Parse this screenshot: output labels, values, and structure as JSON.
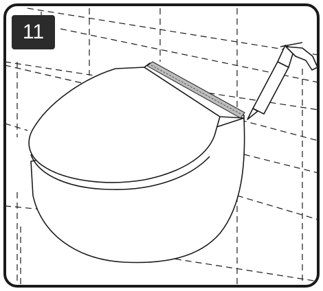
{
  "step": {
    "number": "11"
  },
  "colors": {
    "line": "#1a1a1a",
    "badge": "#2b2b2b",
    "badge_text": "#ffffff",
    "sealant": "#bdbdbd",
    "background": "#ffffff"
  },
  "scene": {
    "tile-grid": "dashed-wall-tiles",
    "object": "wall-hung-toilet",
    "tool": "silicone-caulk-gun",
    "sealant": "silicone-bead"
  }
}
